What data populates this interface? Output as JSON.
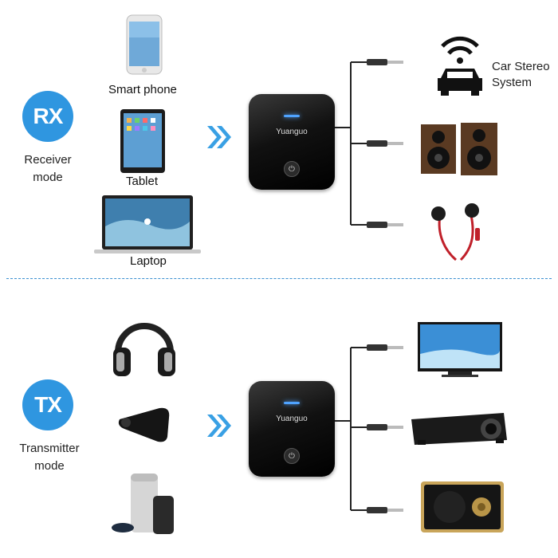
{
  "rx": {
    "badge": "RX",
    "mode_line1": "Receiver",
    "mode_line2": "mode",
    "sources": [
      "Smart phone",
      "Tablet",
      "Laptop"
    ],
    "device_brand": "Yuanguo",
    "outputs": [
      "Car Stereo",
      "System"
    ]
  },
  "tx": {
    "badge": "TX",
    "mode_line1": "Transmitter",
    "mode_line2": "mode",
    "device_brand": "Yuanguo"
  },
  "colors": {
    "accent": "#2f96e0",
    "divider": "#3a8fd0",
    "chevron": "#39a0e4"
  },
  "icons": {
    "rx_sources": [
      "smartphone-icon",
      "tablet-icon",
      "laptop-icon"
    ],
    "rx_outputs": [
      "car-stereo-icon",
      "speakers-icon",
      "earphones-icon"
    ],
    "tx_sources": [
      "headphones-icon",
      "bluetooth-headset-icon",
      "smart-speakers-icon"
    ],
    "tx_outputs": [
      "tv-icon",
      "projector-icon",
      "radio-icon"
    ]
  }
}
